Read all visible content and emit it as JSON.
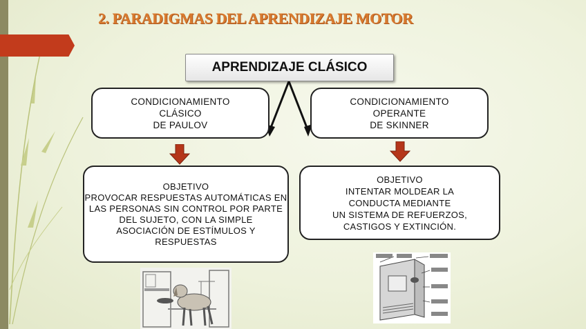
{
  "slide": {
    "title": "2. PARADIGMAS DEL APRENDIZAJE MOTOR"
  },
  "diagram": {
    "root": "APRENDIZAJE CLÁSICO",
    "left_branch": {
      "lines": [
        "CONDICIONAMIENTO",
        "CLÁSICO",
        "DE PAULOV"
      ]
    },
    "right_branch": {
      "lines": [
        "CONDICIONAMIENTO",
        "OPERANTE",
        "DE SKINNER"
      ]
    },
    "left_objective": {
      "lines": [
        "OBJETIVO",
        "PROVOCAR RESPUESTAS  AUTOMÁTICAS EN",
        "LAS PERSONAS  SIN CONTROL POR PARTE",
        "DEL SUJETO,  CON LA  SIMPLE",
        "ASOCIACIÓN DE  ESTÍMULOS Y",
        "RESPUESTAS"
      ]
    },
    "right_objective": {
      "lines": [
        "OBJETIVO",
        "INTENTAR MOLDEAR  LA",
        "CONDUCTA MEDIANTE",
        "UN SISTEMA DE REFUERZOS,",
        "CASTIGOS Y EXTINCIÓN."
      ]
    }
  },
  "colors": {
    "title": "#d97a2e",
    "banner": "#c23b1c",
    "down_arrow": "#b5361a",
    "background": "#eef2dc"
  }
}
